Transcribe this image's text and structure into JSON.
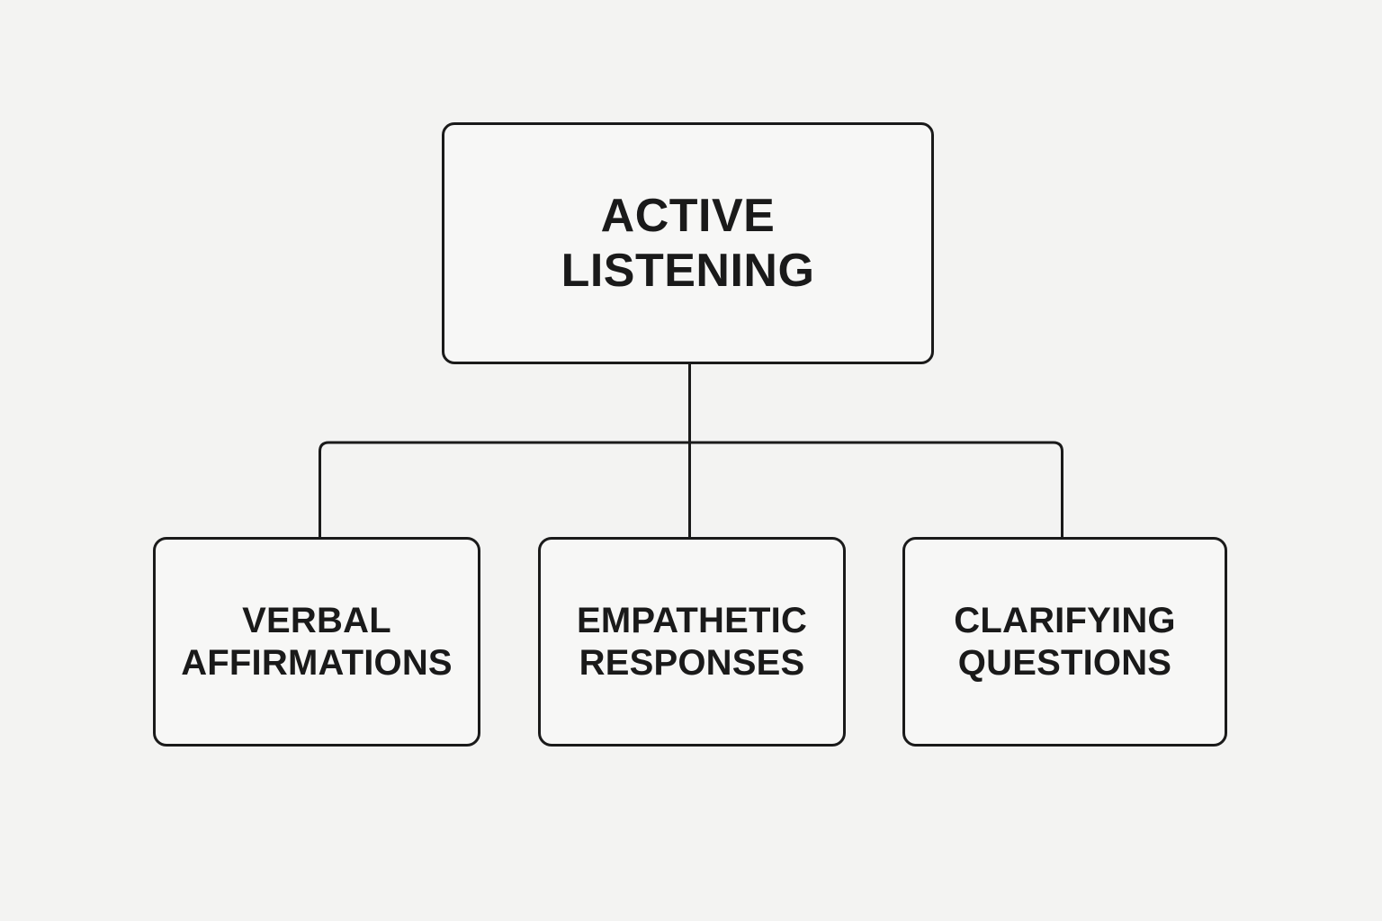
{
  "diagram": {
    "type": "hierarchy-tree",
    "orientation": "top-down",
    "background_color": "#f3f3f2",
    "node_fill_color": "#f7f7f6",
    "stroke_color": "#1a1a1a",
    "root": {
      "label": "ACTIVE\nLISTENING",
      "line_1": "ACTIVE",
      "line_2": "LISTENING"
    },
    "children": [
      {
        "label": "VERBAL\nAFFIRMATIONS",
        "line_1": "VERBAL",
        "line_2": "AFFIRMATIONS"
      },
      {
        "label": "EMPATHETIC\nRESPONSES",
        "line_1": "EMPATHETIC",
        "line_2": "RESPONSES"
      },
      {
        "label": "CLARIFYING\nQUESTIONS",
        "line_1": "CLARIFYING",
        "line_2": "QUESTIONS"
      }
    ]
  }
}
